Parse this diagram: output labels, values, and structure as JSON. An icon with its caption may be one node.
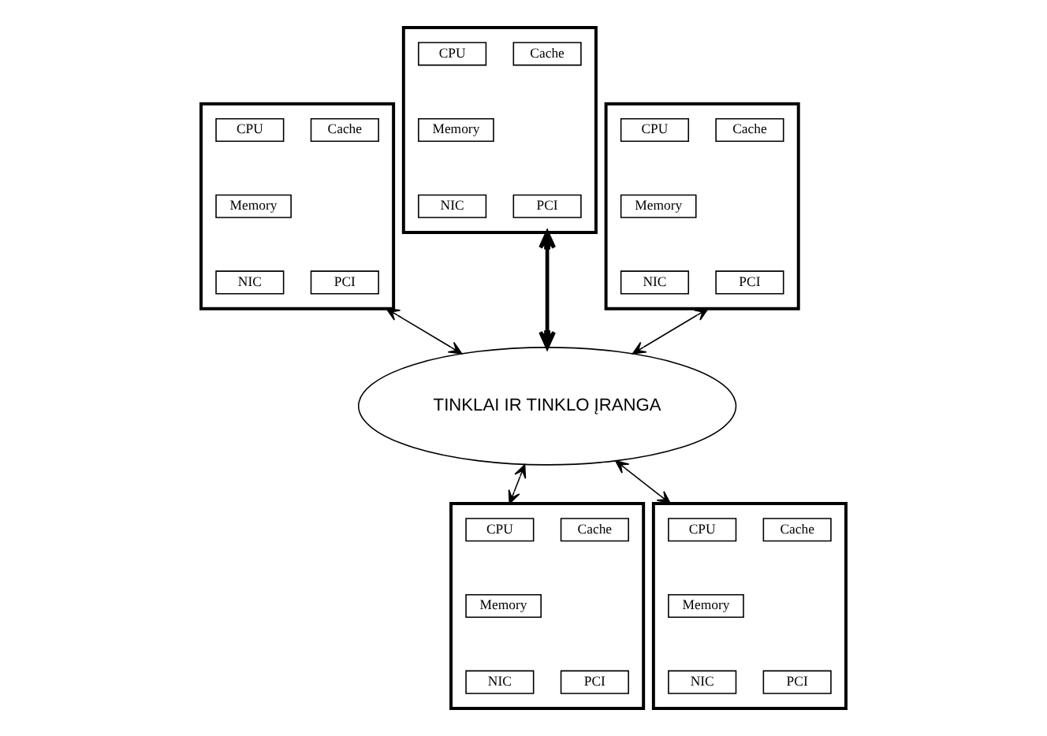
{
  "diagram": {
    "nodes": [
      {
        "text": [],
        "shape": "box"
      },
      {
        "text": [
          "CPU"
        ],
        "in": 0
      },
      {
        "text": [
          "Cache"
        ],
        "in": 0
      },
      {
        "text": [
          "Memory"
        ],
        "in": 0
      },
      {
        "text": [
          "NIC"
        ],
        "in": 0
      },
      {
        "text": [
          "PCI"
        ],
        "in": 0
      },
      {
        "text": [],
        "shape": "box"
      },
      {
        "text": [
          "CPU"
        ],
        "in": 6
      },
      {
        "text": [
          "Cache"
        ],
        "in": 6
      },
      {
        "text": [
          "Memory"
        ],
        "in": 6
      },
      {
        "text": [
          "NIC"
        ],
        "in": 6
      },
      {
        "text": [
          "PCI"
        ],
        "in": 6
      },
      {
        "text": [],
        "shape": "box"
      },
      {
        "text": [
          "CPU"
        ],
        "in": 12
      },
      {
        "text": [
          "Cache"
        ],
        "in": 12
      },
      {
        "text": [
          "Memory"
        ],
        "in": 12
      },
      {
        "text": [
          "NIC"
        ],
        "in": 12
      },
      {
        "text": [
          "PCI"
        ],
        "in": 12
      },
      {
        "text": [
          "TINKLAI IR TINKLO ĮRANGA"
        ]
      },
      {
        "text": [],
        "shape": "box"
      },
      {
        "text": [
          "CPU"
        ],
        "in": 19
      },
      {
        "text": [
          "Cache"
        ],
        "in": 19
      },
      {
        "text": [
          "Memory"
        ],
        "in": 19
      },
      {
        "text": [
          "NIC"
        ],
        "in": 19
      },
      {
        "text": [
          "PCI"
        ],
        "in": 19
      },
      {
        "text": [],
        "shape": "box"
      },
      {
        "text": [
          "CPU"
        ],
        "in": 25
      },
      {
        "text": [
          "Cache"
        ],
        "in": 25
      },
      {
        "text": [
          "Memory"
        ],
        "in": 25
      },
      {
        "text": [
          "NIC"
        ],
        "in": 25
      },
      {
        "text": [
          "PCI"
        ],
        "in": 25
      }
    ],
    "edges": [
      {
        "from": 0,
        "to": 18,
        "arrow": "both"
      },
      {
        "from": 6,
        "to": 18,
        "arrow": "both",
        "style": "thick"
      },
      {
        "from": 12,
        "to": 18,
        "arrow": "both"
      },
      {
        "from": 18,
        "to": 19,
        "arrow": "both"
      },
      {
        "from": 18,
        "to": 25,
        "arrow": "both"
      }
    ]
  }
}
